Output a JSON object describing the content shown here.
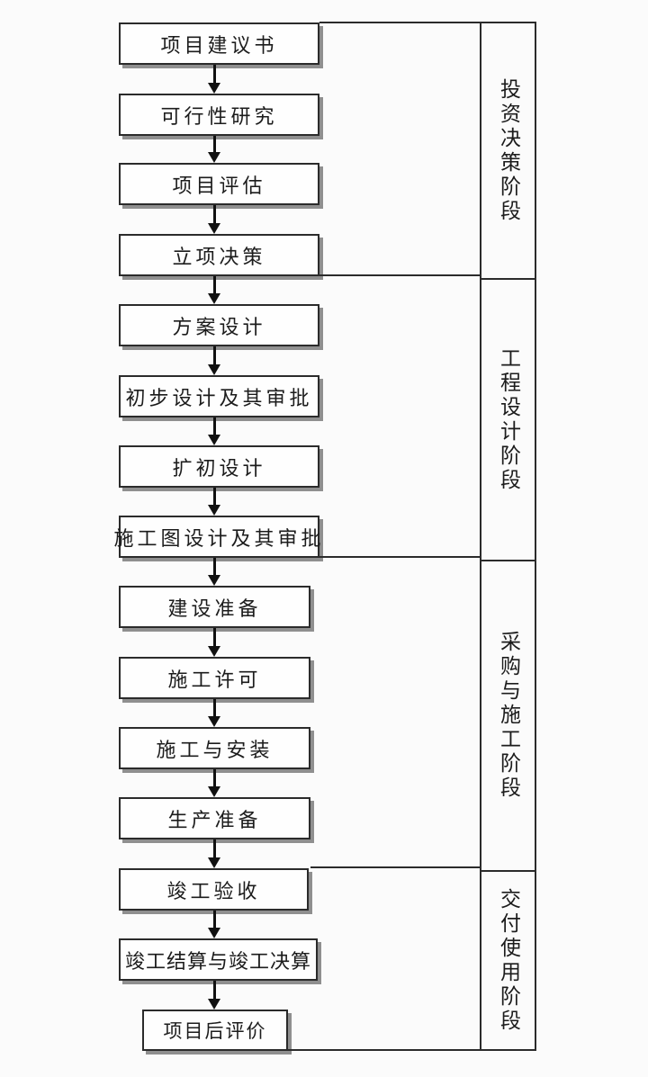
{
  "diagram": {
    "type": "flowchart",
    "direction": "top-down",
    "steps": [
      {
        "label": "项目建议书"
      },
      {
        "label": "可行性研究"
      },
      {
        "label": "项目评估"
      },
      {
        "label": "立项决策"
      },
      {
        "label": "方案设计"
      },
      {
        "label": "初步设计及其审批"
      },
      {
        "label": "扩初设计"
      },
      {
        "label": "施工图设计及其审批"
      },
      {
        "label": "建设准备"
      },
      {
        "label": "施工许可"
      },
      {
        "label": "施工与安装"
      },
      {
        "label": "生产准备"
      },
      {
        "label": "竣工验收"
      },
      {
        "label": "竣工结算与竣工决算"
      },
      {
        "label": "项目后评价"
      }
    ],
    "phases": [
      {
        "label": "投资决策阶段",
        "step_start": 1,
        "step_end": 4
      },
      {
        "label": "工程设计阶段",
        "step_start": 5,
        "step_end": 8
      },
      {
        "label": "采购与施工阶段",
        "step_start": 9,
        "step_end": 12
      },
      {
        "label": "交付使用阶段",
        "step_start": 13,
        "step_end": 15
      }
    ],
    "colors": {
      "line": "#2b2b2b",
      "box_fill": "#fefefe",
      "box_shadow": "#8f8f8f",
      "background": "#fbfbfb",
      "text": "#1c1c1c"
    }
  }
}
